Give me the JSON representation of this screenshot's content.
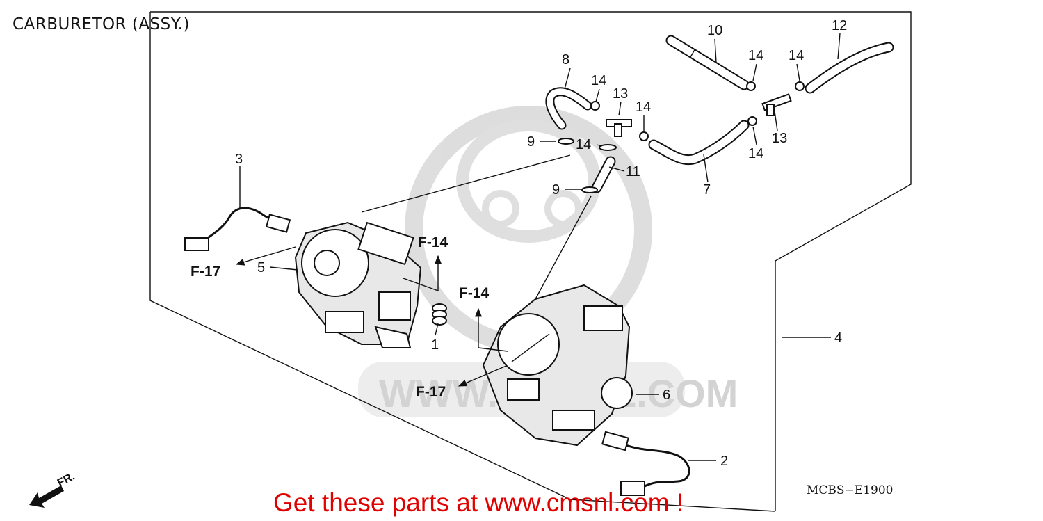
{
  "title": "CARBURETOR (ASSY.)",
  "diagram_code": "MCBS−E1900",
  "promo_text": "Get these parts at www.cmsnl.com !",
  "direction_label": "FR.",
  "watermark": {
    "text": "WWW.CMSNL.COM"
  },
  "figure_refs": {
    "f14": "F-14",
    "f17": "F-17"
  },
  "callouts": {
    "1": "1",
    "2": "2",
    "3": "3",
    "4": "4",
    "5": "5",
    "6": "6",
    "7": "7",
    "8": "8",
    "9": "9",
    "10": "10",
    "11": "11",
    "12": "12",
    "13": "13",
    "14": "14"
  }
}
